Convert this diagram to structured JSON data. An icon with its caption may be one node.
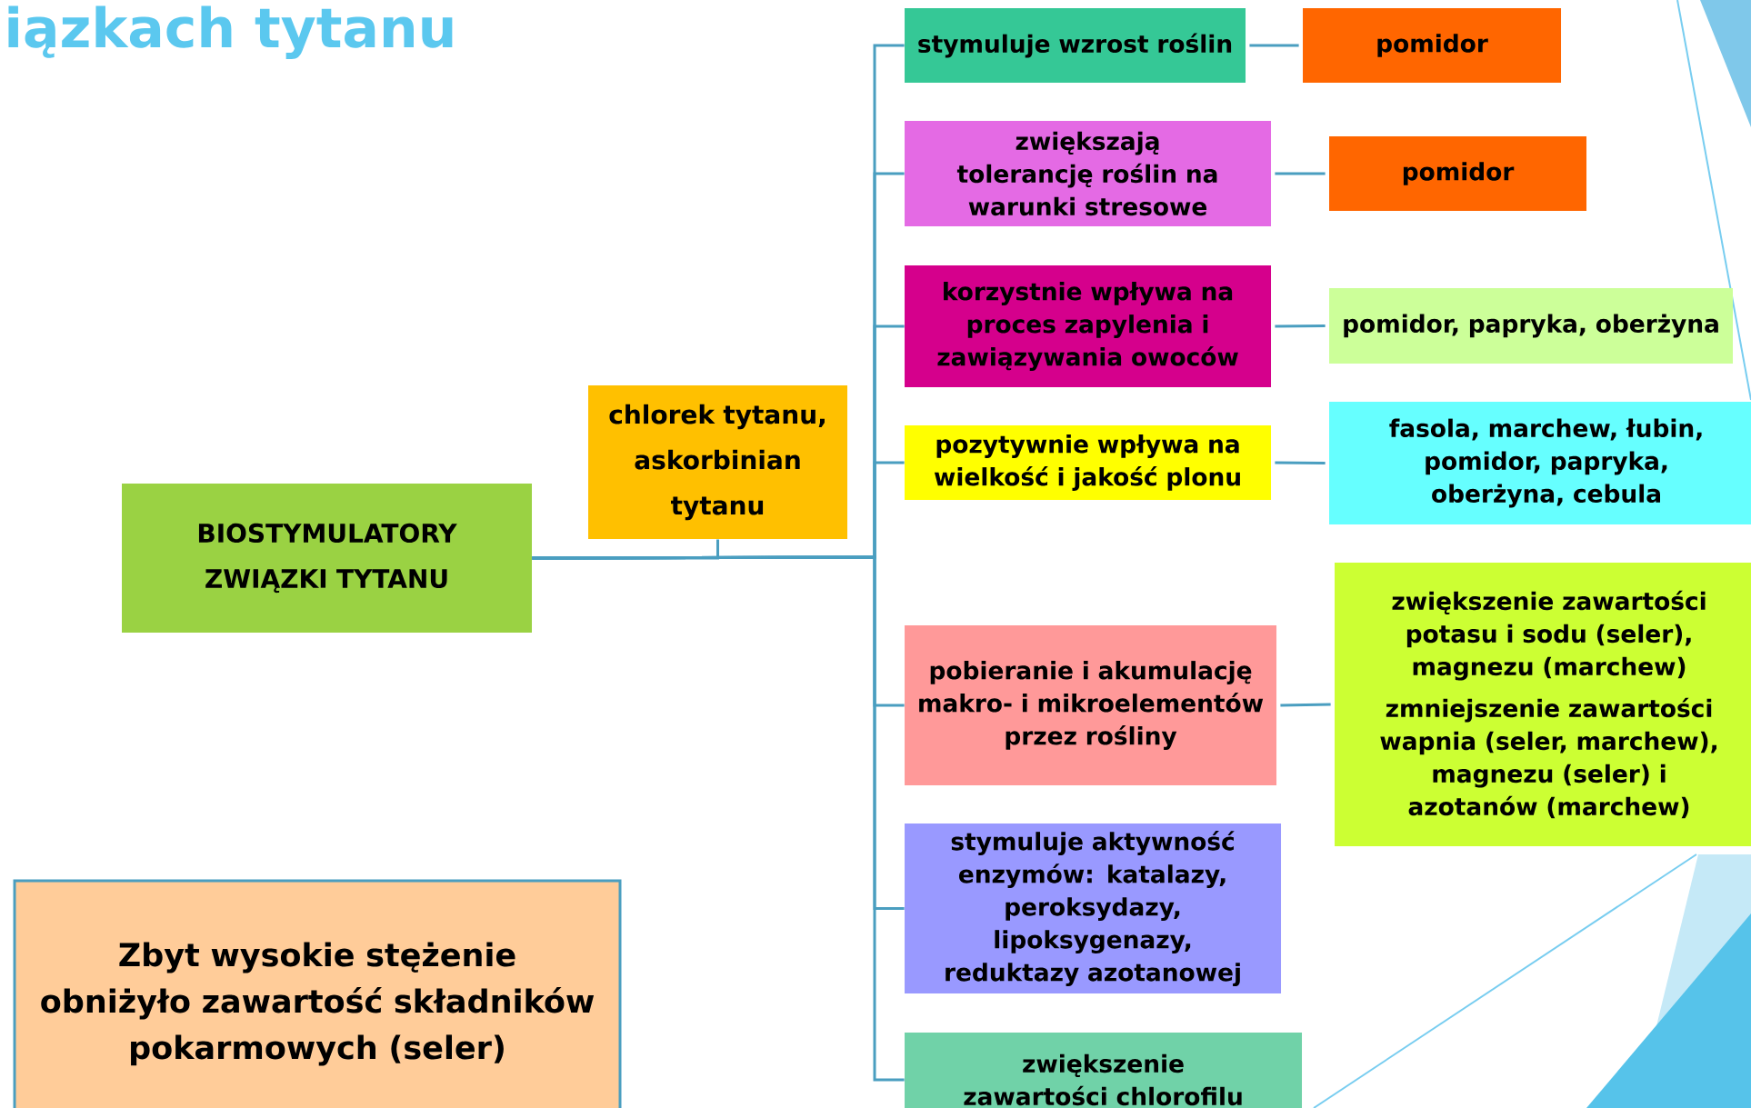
{
  "diagram": {
    "title": "iązkach tytanu",
    "nodes": [
      {
        "text": [
          "BIOSTYMULATORY ZWIĄZKI TYTANU"
        ]
      },
      {
        "text": [
          "chlorek tytanu, askorbinian tytanu"
        ]
      },
      {
        "text": [
          "stymuluje wzrost roślin"
        ]
      },
      {
        "text": [
          "zwiększają tolerancję roślin na warunki stresowe"
        ]
      },
      {
        "text": [
          "korzystnie wpływa na proces zapylenia i zawiązywania owoców"
        ]
      },
      {
        "text": [
          "pozytywnie wpływa na wielkość i jakość plonu"
        ]
      },
      {
        "text": [
          "pobieranie i akumulację makro- i mikroelementów przez rośliny"
        ]
      },
      {
        "text": [
          "stymuluje aktywność enzymów: katalazy, peroksydazy, lipoksygenazy, reduktazy azotanowej"
        ]
      },
      {
        "text": [
          "zwiększenie zawartości chlorofilu"
        ]
      },
      {
        "text": [
          "pomidor"
        ]
      },
      {
        "text": [
          "pomidor"
        ]
      },
      {
        "text": [
          "pomidor, papryka, oberżyna"
        ]
      },
      {
        "text": [
          "fasola, marchew, łubin, pomidor, papryka, oberżyna, cebula"
        ]
      },
      {
        "text": [
          "zwiększenie zawartości potasu i sodu (seler), magnezu (marchew)",
          "zmniejszenie zawartości wapnia (seler, marchew), magnezu (seler) i azotanów (marchew)"
        ]
      },
      {
        "text": [
          "Zbyt wysokie stężenie obniżyło zawartość składników pokarmowych (seler)"
        ]
      }
    ],
    "edges": [
      {
        "from": 0,
        "to": 1,
        "arrow": "none"
      },
      {
        "from": 0,
        "to": 2,
        "arrow": "none"
      },
      {
        "from": 0,
        "to": 3,
        "arrow": "none"
      },
      {
        "from": 0,
        "to": 4,
        "arrow": "none"
      },
      {
        "from": 0,
        "to": 5,
        "arrow": "none"
      },
      {
        "from": 0,
        "to": 6,
        "arrow": "none"
      },
      {
        "from": 0,
        "to": 7,
        "arrow": "none"
      },
      {
        "from": 0,
        "to": 8,
        "arrow": "none"
      },
      {
        "from": 2,
        "to": 9,
        "arrow": "none"
      },
      {
        "from": 3,
        "to": 10,
        "arrow": "none"
      },
      {
        "from": 4,
        "to": 11,
        "arrow": "none"
      },
      {
        "from": 5,
        "to": 12,
        "arrow": "none"
      },
      {
        "from": 6,
        "to": 13,
        "arrow": "none"
      }
    ]
  }
}
